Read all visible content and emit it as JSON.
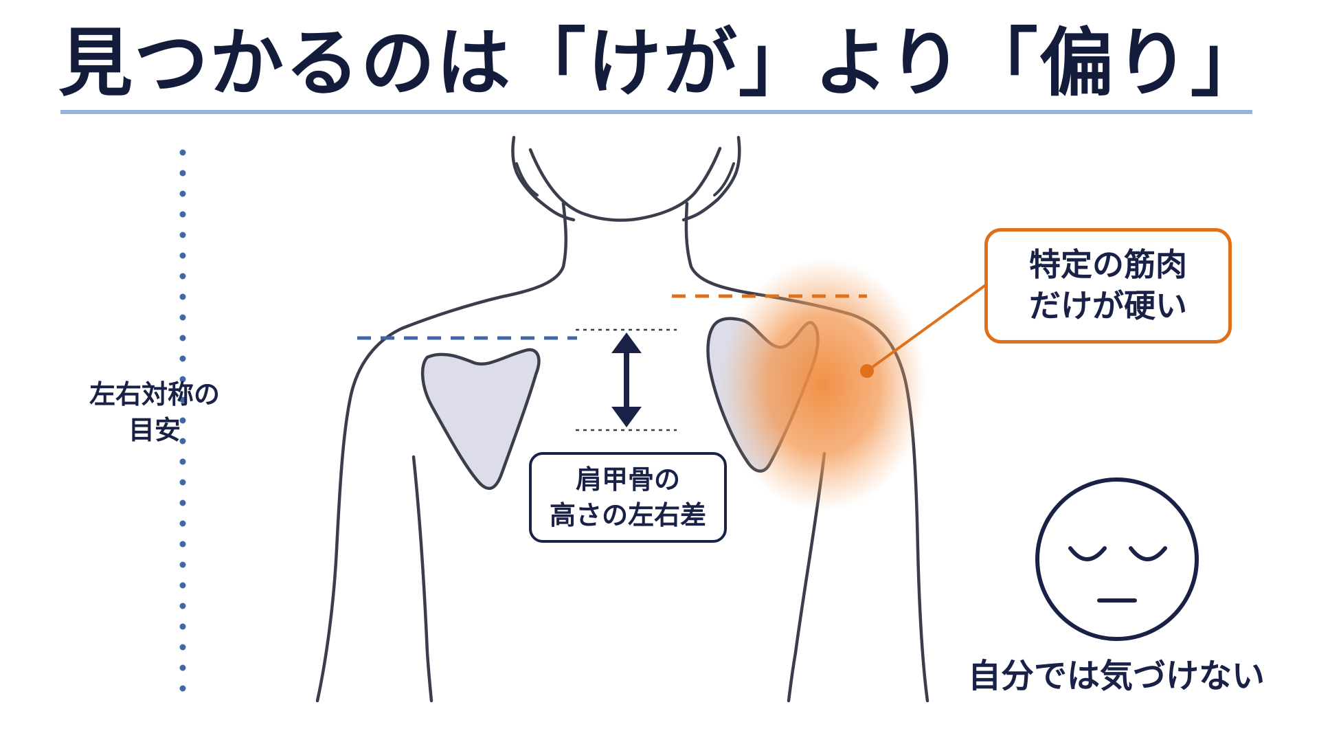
{
  "title": "見つかるのは「けが」より「偏り」",
  "symmetry_label": {
    "line1": "左右対称の",
    "line2": "目安"
  },
  "scapula_label": {
    "line1": "肩甲骨の",
    "line2": "高さの左右差"
  },
  "muscle_label": {
    "line1": "特定の筋肉",
    "line2": "だけが硬い"
  },
  "face_label": "自分では気づけない",
  "face_icon": "sleepy-face-icon",
  "colors": {
    "title_text": "#141c3c",
    "title_rule": "#95b3d9",
    "navy": "#1a2147",
    "blue_dashed": "#3f67a6",
    "orange": "#e0711a",
    "scapula_fill": "#dcdde8",
    "body_outline": "#3a3e4c"
  }
}
